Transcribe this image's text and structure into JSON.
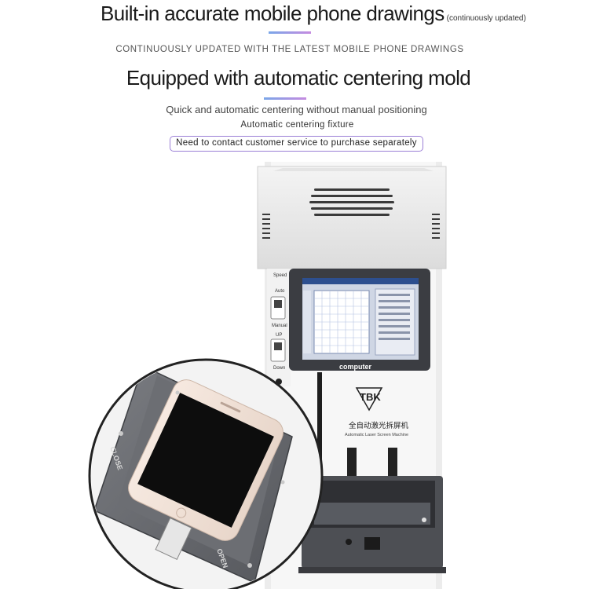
{
  "headline_1": "Built-in accurate mobile phone drawings",
  "headline_1_note": "(continuously updated)",
  "subline_1": "CONTINUOUSLY UPDATED WITH THE LATEST MOBILE PHONE DRAWINGS",
  "headline_2": "Equipped with automatic centering mold",
  "subline_2": "Quick and automatic centering without manual positioning",
  "subline_3": "Automatic centering fixture",
  "notice": "Need to contact customer service to purchase separately",
  "accent_colors": {
    "bar_start": "#7aa6e8",
    "bar_end": "#c58be0",
    "notice_border": "#9b7fd6"
  },
  "machine": {
    "brand": "TBK",
    "name_cn": "全自动激光拆屏机",
    "name_en": "Automatic Laser Screen Machine",
    "screen_label": "computer",
    "controls": {
      "speed": "Speed",
      "auto": "Auto",
      "manual": "Manual",
      "up": "UP",
      "down": "Down"
    }
  },
  "fixture": {
    "left_label": "CLOSE",
    "right_label": "OPEN"
  }
}
